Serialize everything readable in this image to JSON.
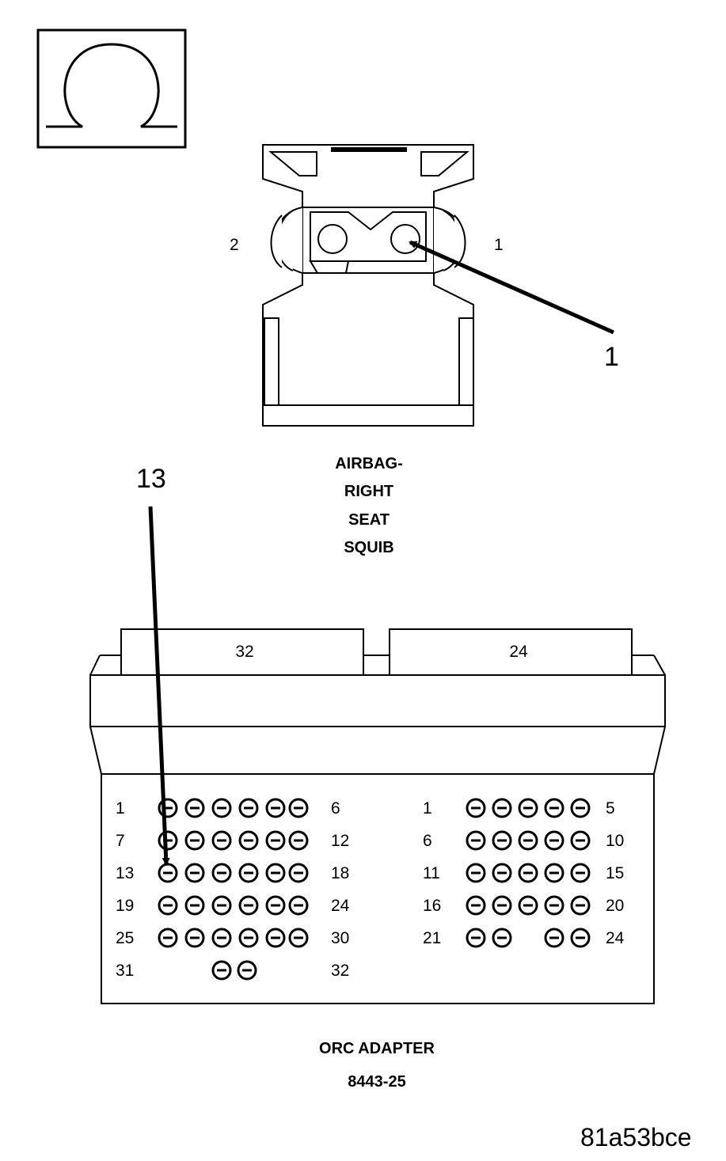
{
  "ohm_symbol": "Ω",
  "squib_connector": {
    "pin_left_label": "2",
    "pin_right_label": "1",
    "callout": "1",
    "caption_lines": [
      "AIRBAG-",
      "RIGHT",
      "SEAT",
      "SQUIB"
    ]
  },
  "orc_adapter": {
    "callout": "13",
    "connector_left_label": "32",
    "connector_right_label": "24",
    "left_block": {
      "rows": [
        {
          "start": "1",
          "end": "6"
        },
        {
          "start": "7",
          "end": "12"
        },
        {
          "start": "13",
          "end": "18"
        },
        {
          "start": "19",
          "end": "24"
        },
        {
          "start": "25",
          "end": "30"
        },
        {
          "start": "31",
          "end": "32"
        }
      ]
    },
    "right_block": {
      "rows": [
        {
          "start": "1",
          "end": "5"
        },
        {
          "start": "6",
          "end": "10"
        },
        {
          "start": "11",
          "end": "15"
        },
        {
          "start": "16",
          "end": "20"
        },
        {
          "start": "21",
          "end": "24"
        }
      ]
    },
    "caption_lines": [
      "ORC ADAPTER",
      "8443-25"
    ]
  },
  "figure_id": "81a53bce"
}
